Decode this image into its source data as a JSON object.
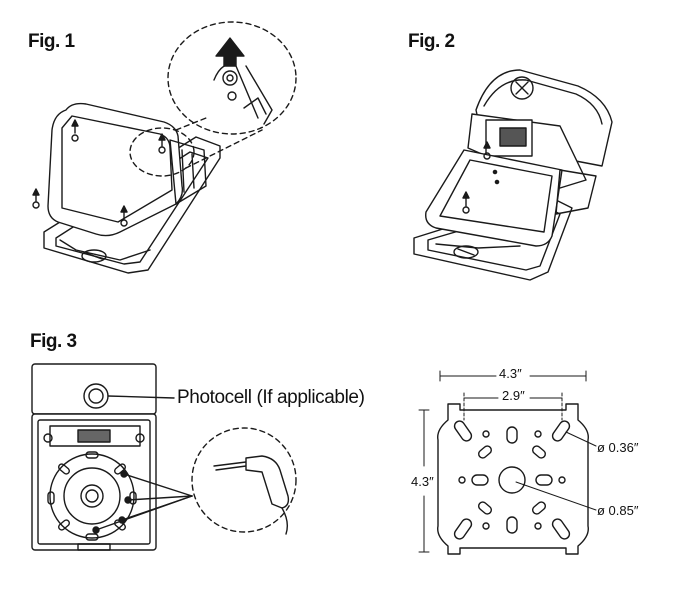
{
  "figures": {
    "fig1": {
      "label": "Fig. 1"
    },
    "fig2": {
      "label": "Fig. 2"
    },
    "fig3": {
      "label": "Fig. 3",
      "photocell_callout": "Photocell (If applicable)"
    }
  },
  "plate_dimensions": {
    "outer_width": "4.3″",
    "hole_spacing": "2.9″",
    "height": "4.3″",
    "small_hole_diameter": "ø 0.36″",
    "center_hole_diameter": "ø 0.85″"
  },
  "colors": {
    "line": "#1a1a1a",
    "background": "#ffffff"
  }
}
